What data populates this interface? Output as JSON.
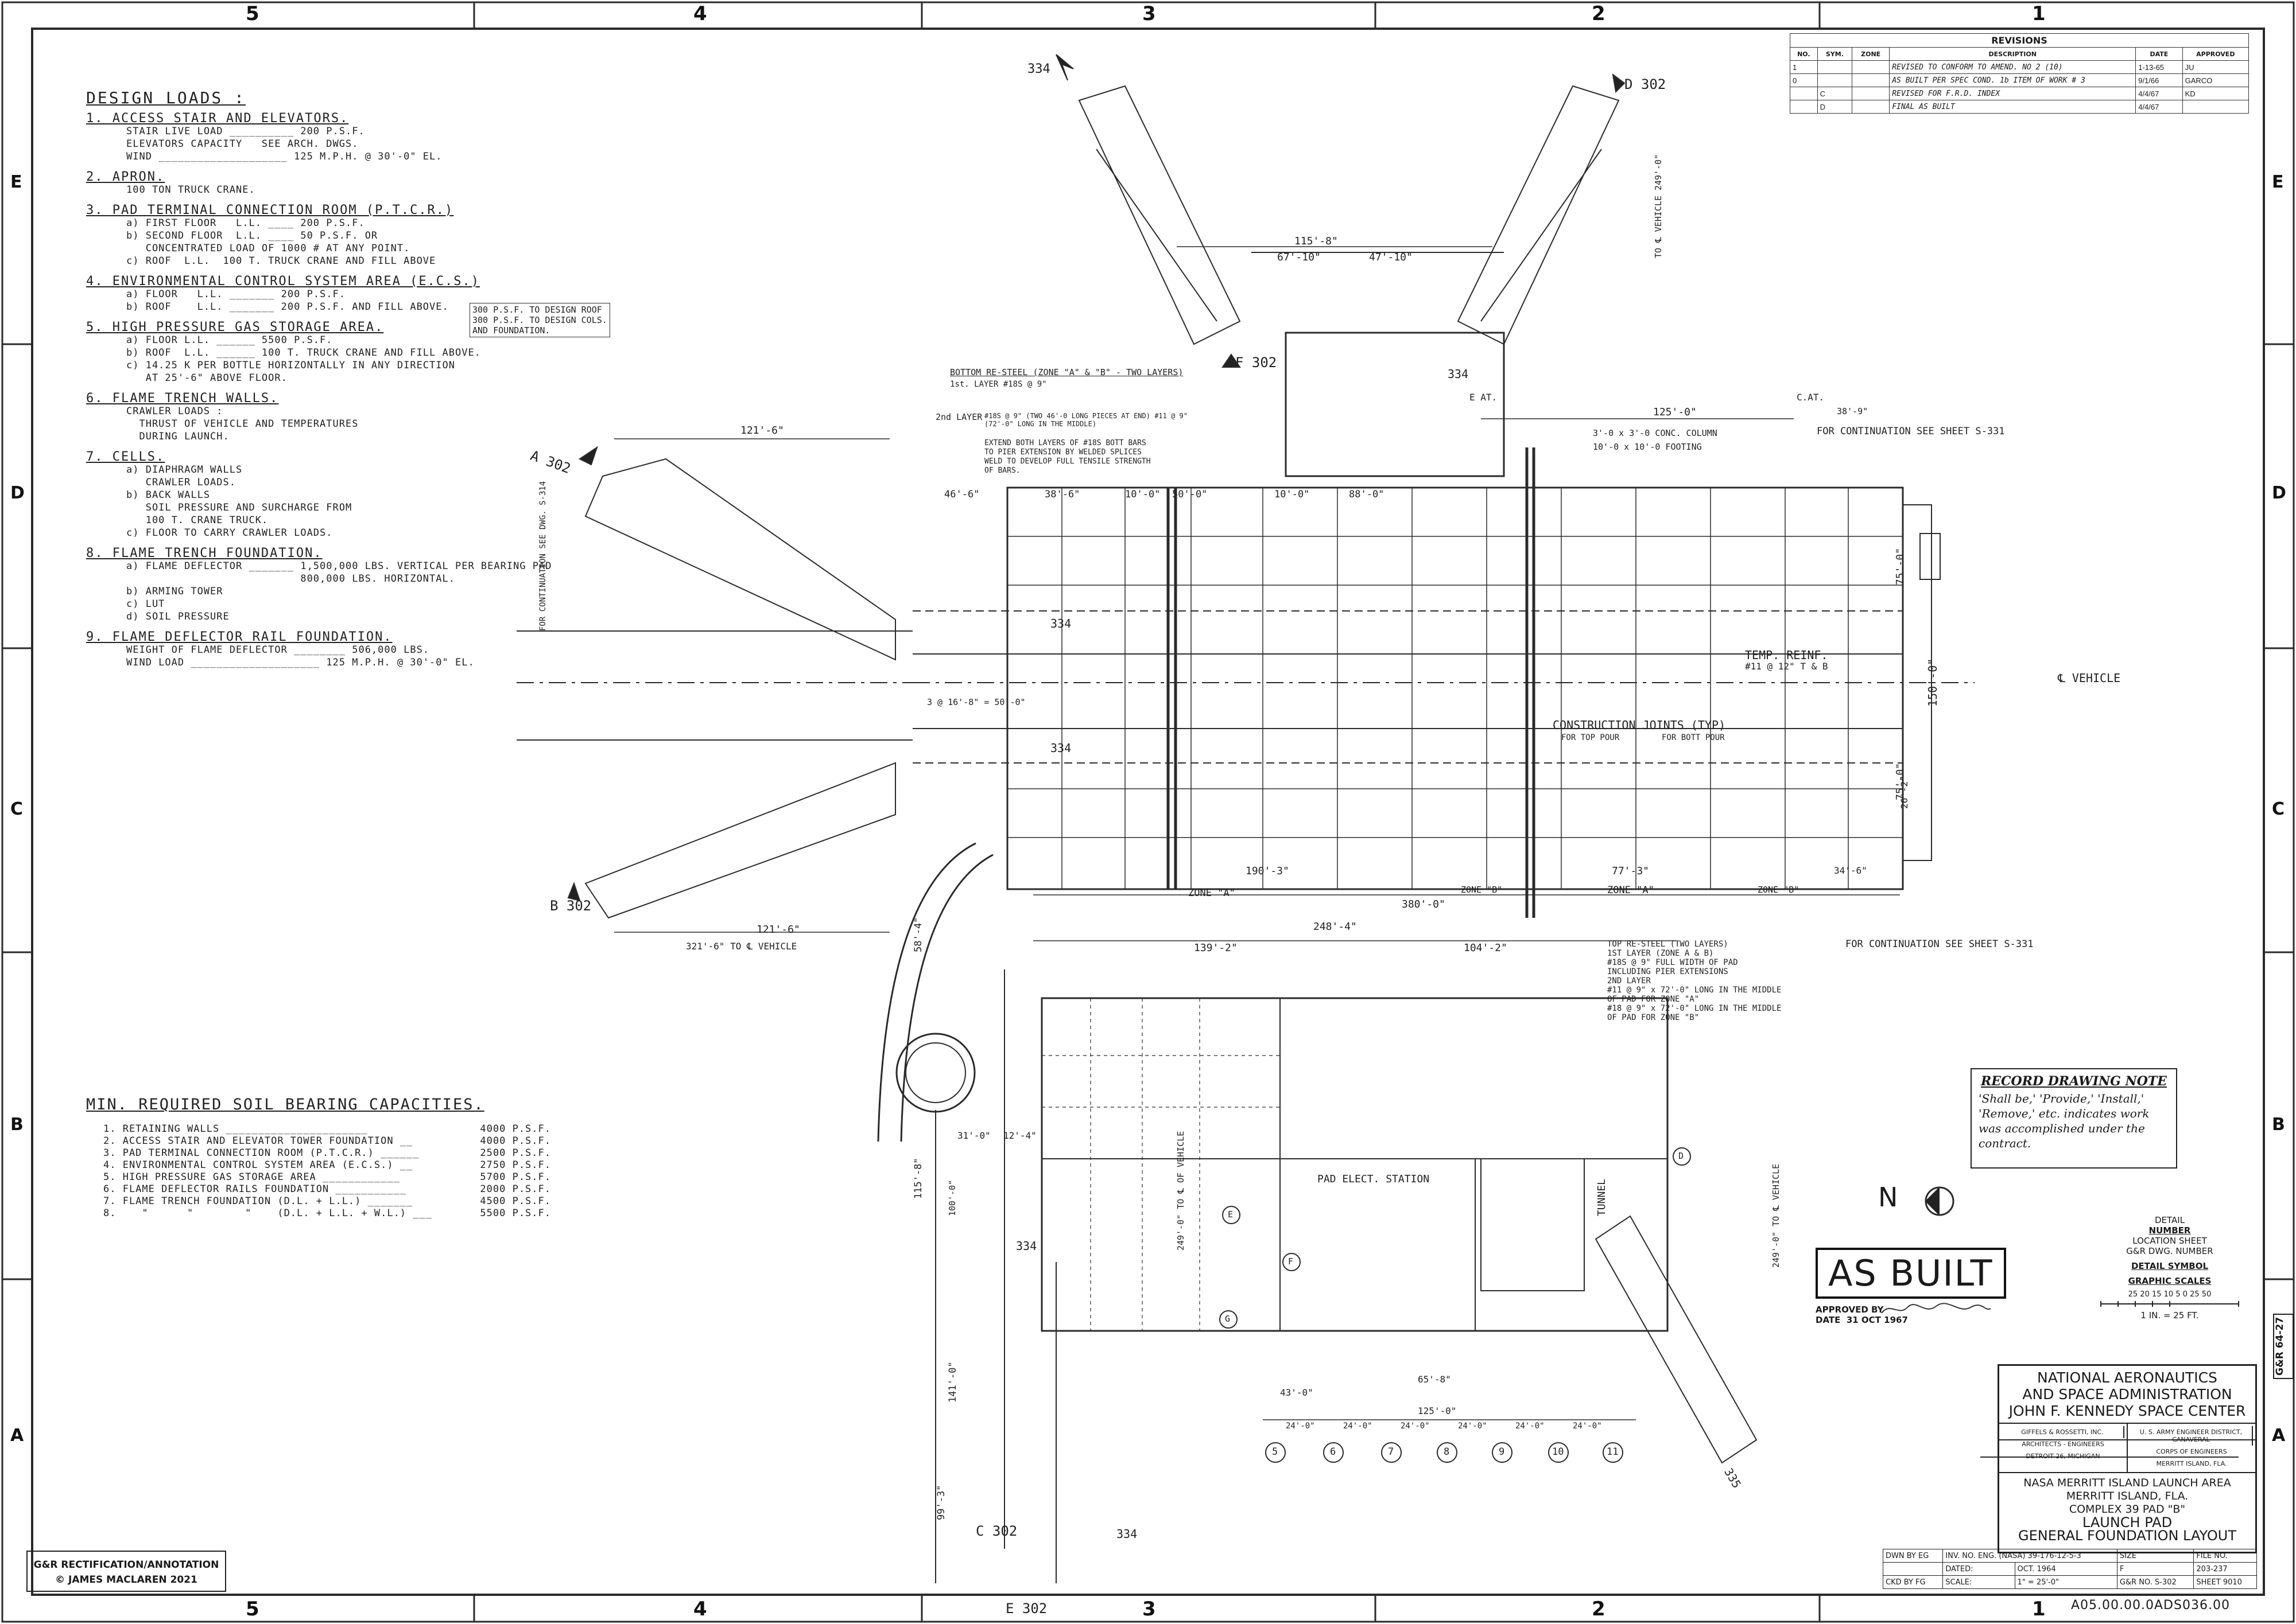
{
  "sheet": {
    "top_zones": [
      "5",
      "4",
      "3",
      "2",
      "1"
    ],
    "bottom_zones": [
      "5",
      "4",
      "3",
      "2",
      "1"
    ],
    "side_zones": [
      "E",
      "D",
      "C",
      "B",
      "A"
    ]
  },
  "design_loads": {
    "title": "DESIGN LOADS :",
    "sections": [
      {
        "title": "1. ACCESS STAIR AND ELEVATORS.",
        "lines": [
          "STAIR LIVE LOAD __________ 200 P.S.F.",
          "ELEVATORS CAPACITY   SEE ARCH. DWGS.",
          "WIND ____________________ 125 M.P.H. @ 30'-0\" EL."
        ]
      },
      {
        "title": "2. APRON.",
        "lines": [
          "100 TON TRUCK CRANE."
        ]
      },
      {
        "title": "3. PAD TERMINAL CONNECTION ROOM (P.T.C.R.)",
        "lines": [
          "a) FIRST FLOOR   L.L. ____ 200 P.S.F.",
          "b) SECOND FLOOR  L.L. ____ 50 P.S.F. OR",
          "   CONCENTRATED LOAD OF 1000 # AT ANY POINT.",
          "c) ROOF  L.L.  100 T. TRUCK CRANE AND FILL ABOVE"
        ]
      },
      {
        "title": "4. ENVIRONMENTAL CONTROL SYSTEM AREA (E.C.S.)",
        "lines": [
          "a) FLOOR   L.L. _______ 200 P.S.F.",
          "b) ROOF    L.L. _______ 200 P.S.F. AND FILL ABOVE."
        ]
      },
      {
        "title": "5. HIGH PRESSURE GAS STORAGE AREA.",
        "lines": [
          "a) FLOOR L.L. ______ 5500 P.S.F.",
          "b) ROOF  L.L. ______ 100 T. TRUCK CRANE AND FILL ABOVE.",
          "c) 14.25 K PER BOTTLE HORIZONTALLY IN ANY DIRECTION",
          "   AT 25'-6\" ABOVE FLOOR."
        ]
      },
      {
        "title": "6. FLAME TRENCH WALLS.",
        "lines": [
          "CRAWLER LOADS :",
          "  THRUST OF VEHICLE AND TEMPERATURES",
          "  DURING LAUNCH."
        ]
      },
      {
        "title": "7. CELLS.",
        "lines": [
          "a) DIAPHRAGM WALLS",
          "   CRAWLER LOADS.",
          "b) BACK WALLS",
          "   SOIL PRESSURE AND SURCHARGE FROM",
          "   100 T. CRANE TRUCK.",
          "c) FLOOR TO CARRY CRAWLER LOADS."
        ]
      },
      {
        "title": "8. FLAME TRENCH FOUNDATION.",
        "lines": [
          "a) FLAME DEFLECTOR _______ 1,500,000 LBS. VERTICAL PER BEARING PAD",
          "                           800,000 LBS. HORIZONTAL.",
          "b) ARMING TOWER",
          "c) LUT",
          "d) SOIL PRESSURE"
        ]
      },
      {
        "title": "9. FLAME DEFLECTOR RAIL  FOUNDATION.",
        "lines": [
          "WEIGHT OF FLAME DEFLECTOR ________ 506,000 LBS.",
          "WIND LOAD ____________________ 125 M.P.H. @ 30'-0\" EL."
        ]
      }
    ],
    "roof_note": [
      "300 P.S.F. TO DESIGN ROOF",
      "300 P.S.F. TO DESIGN COLS.",
      "AND FOUNDATION."
    ]
  },
  "soil": {
    "title": "MIN. REQUIRED SOIL BEARING CAPACITIES.",
    "rows": [
      {
        "item": "1. RETAINING WALLS ______________________",
        "value": "4000 P.S.F."
      },
      {
        "item": "2. ACCESS STAIR AND ELEVATOR TOWER FOUNDATION __",
        "value": "4000 P.S.F."
      },
      {
        "item": "3. PAD TERMINAL CONNECTION ROOM (P.T.C.R.) ______",
        "value": "2500 P.S.F."
      },
      {
        "item": "4. ENVIRONMENTAL CONTROL SYSTEM AREA (E.C.S.) __",
        "value": "2750 P.S.F."
      },
      {
        "item": "5. HIGH PRESSURE GAS STORAGE AREA ____________",
        "value": "5700 P.S.F."
      },
      {
        "item": "6. FLAME DEFLECTOR RAILS FOUNDATION ___________",
        "value": "2000 P.S.F."
      },
      {
        "item": "7. FLAME TRENCH FOUNDATION (D.L. + L.L.) _______",
        "value": "4500 P.S.F."
      },
      {
        "item": "8.    \"      \"        \"    (D.L. + L.L. + W.L.) ___",
        "value": "5500 P.S.F."
      }
    ]
  },
  "revisions": {
    "title": "REVISIONS",
    "headers": [
      "NO.",
      "SYM.",
      "ZONE",
      "DESCRIPTION",
      "DATE",
      "APPROVED"
    ],
    "rows": [
      {
        "no": "1",
        "sym": "",
        "zone": "",
        "desc": "REVISED TO CONFORM TO AMEND. NO 2 (10)",
        "date": "1-13-65",
        "appr": "JU"
      },
      {
        "no": "0",
        "sym": "",
        "zone": "",
        "desc": "AS BUILT PER SPEC COND. 1b ITEM OF WORK # 3",
        "date": "9/1/66",
        "appr": "GARCO"
      },
      {
        "no": "",
        "sym": "C",
        "zone": "",
        "desc": "REVISED FOR F.R.D. INDEX",
        "date": "4/4/67",
        "appr": "KD"
      },
      {
        "no": "",
        "sym": "D",
        "zone": "",
        "desc": "FINAL  AS BUILT",
        "date": "4/4/67",
        "appr": ""
      }
    ]
  },
  "record_note": {
    "title": "RECORD DRAWING NOTE",
    "lines": [
      "'Shall be,' 'Provide,' 'Install,'",
      "'Remove,' etc. indicates work",
      "was accomplished under the",
      "contract."
    ]
  },
  "as_built": {
    "stamp": "AS BUILT",
    "approved_by_label": "APPROVED BY",
    "date_label": "DATE",
    "date_value": "31 OCT 1967"
  },
  "title_block": {
    "org": [
      "NATIONAL AERONAUTICS",
      "AND SPACE ADMINISTRATION",
      "JOHN F. KENNEDY SPACE CENTER"
    ],
    "firm_left": [
      "GIFFELS & ROSSETTI, INC.",
      "ARCHITECTS - ENGINEERS",
      "DETROIT 26, MICHIGAN"
    ],
    "firm_right": [
      "U. S. ARMY ENGINEER DISTRICT, CANAVERAL",
      "CORPS OF ENGINEERS",
      "MERRITT ISLAND, FLA."
    ],
    "project": [
      "NASA MERRITT ISLAND LAUNCH AREA",
      "MERRITT ISLAND, FLA.",
      "COMPLEX 39    PAD \"B\""
    ],
    "title": [
      "LAUNCH PAD",
      "GENERAL FOUNDATION LAYOUT"
    ]
  },
  "meta": {
    "dwn_by": "DWN BY  EG",
    "chk_by": "CKD BY  FG",
    "inv_no": "INV. NO. ENG. (NASA) 39-176-12-5-3",
    "dated_label": "DATED:",
    "dated_value": "OCT. 1964",
    "scale_label": "SCALE:",
    "scale_value": "1\" = 25'-0\"",
    "size_label": "SIZE",
    "size_value": "F",
    "file_label": "FILE NO.",
    "file_value": "203-237",
    "gr_label": "G&R NO.",
    "gr_value": "S-302",
    "sheet_label": "SHEET",
    "sheet_value": "9010"
  },
  "detail_legend": {
    "detail_number": [
      "DETAIL",
      "NUMBER"
    ],
    "location_sheet": [
      "LOCATION SHEET",
      "G&R DWG. NUMBER"
    ],
    "detail_symbol": "DETAIL SYMBOL",
    "graphic_scales": "GRAPHIC SCALES",
    "scale_ticks": "25 20 15 10 5 0        25        50",
    "scale_text": "1 IN. = 25 FT."
  },
  "bottom_code": "A05.00.00.0ADS036.00",
  "credit": [
    "G&R RECTIFICATION/ANNOTATION",
    "© JAMES MACLAREN 2021"
  ],
  "side_tag": "G&R 64-27",
  "north_label": "N",
  "plan_labels": {
    "bottom_rebar": "BOTTOM RE-STEEL (ZONE \"A\" & \"B\" - TWO LAYERS)",
    "first_layer": "1st. LAYER  #18S @ 9\"",
    "second_layer": "2nd LAYER",
    "second_layer_note": "#18S @ 9\" (TWO 46'-0 LONG PIECES AT END) #11 @ 9\" (72'-0\" LONG IN THE MIDDLE)",
    "extend_note": [
      "EXTEND BOTH LAYERS OF #18S BOTT BARS",
      "TO PIER EXTENSION BY WELDED SPLICES",
      "WELD TO DEVELOP FULL TENSILE STRENGTH",
      "OF BARS."
    ],
    "conc_column": "3'-0 x 3'-0  CONC. COLUMN",
    "footing": "10'-0 x 10'-0  FOOTING",
    "cont_right_top": "FOR CONTINUATION SEE SHEET S-331",
    "cont_right_bot": "FOR CONTINUATION SEE SHEET S-331",
    "cont_left": "FOR CONTINUATION SEE DWG. S-314",
    "temp_reinf": "TEMP. REINF.",
    "temp_reinf_2": "#11 @ 12\" T & B",
    "construction_joints": "CONSTRUCTION JOINTS (TYP)",
    "top_pour": "FOR TOP POUR",
    "bott_pour": "FOR BOTT POUR",
    "vehicle_cl": "℄ VEHICLE",
    "to_vehicle_left": "321'-6\" TO ℄ VEHICLE",
    "to_vehicle_top": "TO ℄ VEHICLE 249'-0\"",
    "to_vehicle_right": "249'-0\" TO ℄ VEHICLE",
    "to_vehicle_mid": "249'-0\" TO ℄ OF VEHICLE",
    "top_rebar": [
      "TOP RE-STEEL (TWO LAYERS)",
      "1ST LAYER (ZONE A & B)",
      "#18S @ 9\" FULL WIDTH OF PAD",
      "INCLUDING PIER EXTENSIONS",
      "2ND LAYER",
      "#11 @ 9\" x 72'-0\" LONG IN THE MIDDLE",
      "OF PAD FOR ZONE \"A\"",
      "#18 @ 9\" x 72'-0\" LONG IN THE MIDDLE",
      "OF PAD FOR ZONE \"B\""
    ],
    "pad_elect": "PAD ELECT. STATION",
    "tunnel": "TUNNEL",
    "zone_a": "ZONE \"A\"",
    "zone_b": "ZONE \"B\"",
    "sec_334": "334",
    "sec_335": "335",
    "a_302": "A 302",
    "b_302": "B 302",
    "c_302": "C 302",
    "d_302": "D 302",
    "e_302": "E 302",
    "f_302": "F 302",
    "el_at": "E AT.",
    "cat": "C.AT.",
    "dims": {
      "d115_8": "115'-8\"",
      "d67_10": "67'-10\"",
      "d47_10": "47'-10\"",
      "d125": "125'-0\"",
      "d38_9": "38'-9\"",
      "d121_6": "121'-6\"",
      "d248_4": "248'-4\"",
      "d139_2": "139'-2\"",
      "d104_2": "104'-2\"",
      "d190_3": "190'-3\"",
      "d77_3": "77'-3\"",
      "d380": "380'-0\"",
      "d75": "75'-0\"",
      "d150": "150'-0\"",
      "d46_6": "46'-6\"",
      "d38_6": "38'-6\"",
      "d50": "50'-0\"",
      "d10": "10'-0\"",
      "d88": "88'-0\"",
      "d36_9": "3 @ 16'-8\" = 50'-0\"",
      "d26_2": "26'-2\"",
      "d34_6": "34'-6\"",
      "d125b": "125'-0\"",
      "d65_8": "65'-8\"",
      "d43": "43'-0\"",
      "d24": "24'-0\"",
      "d141": "141'-0\"",
      "d115b": "115'-8\"",
      "d99_5": "99'-3\"",
      "d58_4": "58'-4\"",
      "d100": "100'-0\"",
      "d31": "31'-0\"",
      "d12_4": "12'-4\""
    },
    "grid_bubbles": [
      "5",
      "6",
      "7",
      "8",
      "9",
      "10",
      "11"
    ],
    "grid_letters": [
      "D",
      "E",
      "F",
      "G"
    ]
  }
}
